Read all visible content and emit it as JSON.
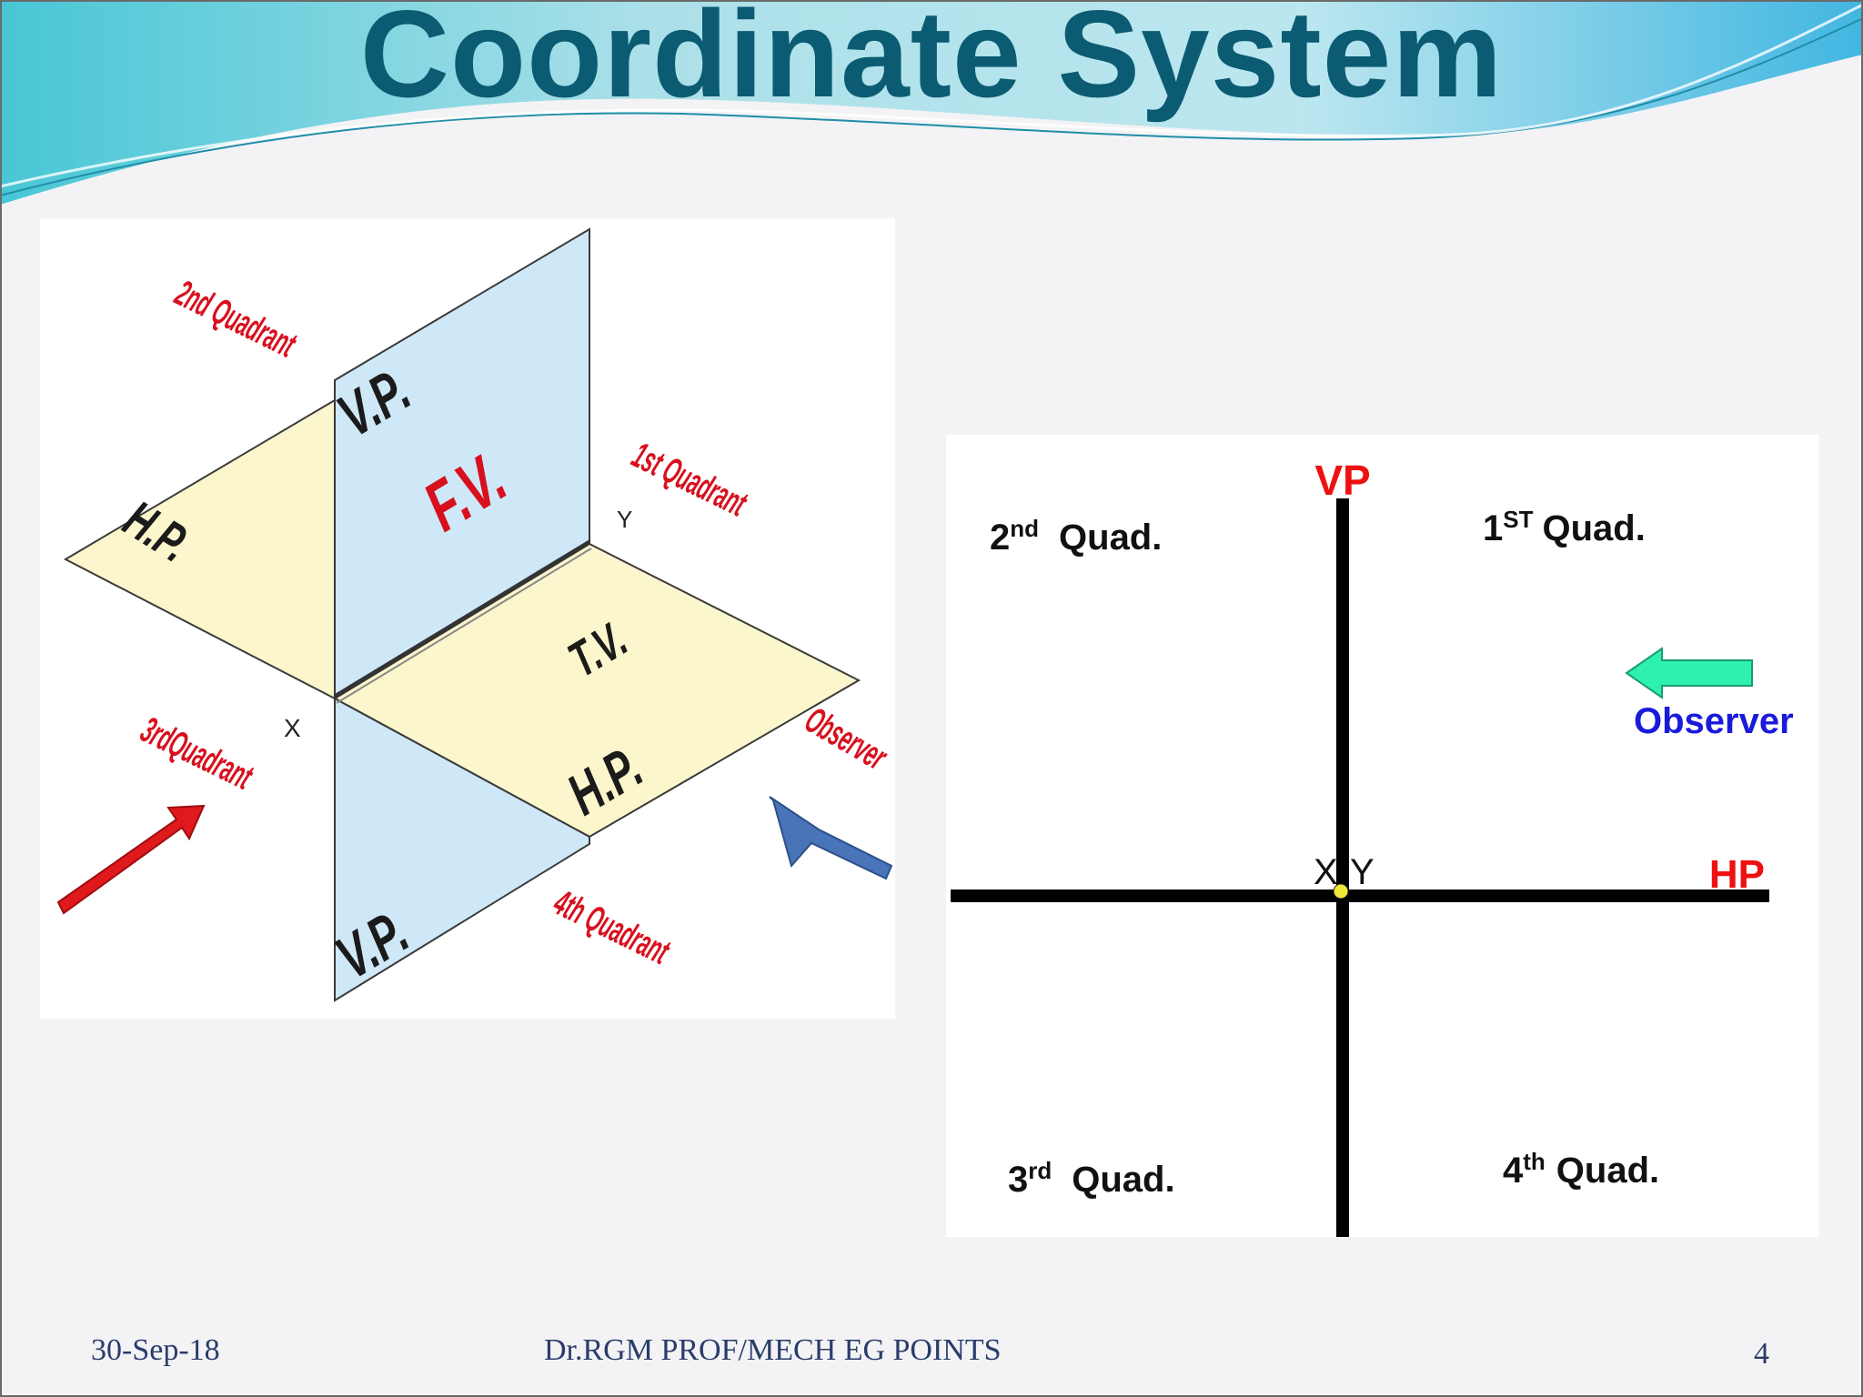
{
  "slide": {
    "title": "Coordinate System",
    "footer": {
      "date": "30-Sep-18",
      "author": "Dr.RGM PROF/MECH  EG POINTS",
      "page_number": "4"
    }
  },
  "iso_diagram": {
    "quadrant_2": "2nd Quadrant",
    "quadrant_1": "1st Quadrant",
    "quadrant_3": "3rdQuadrant",
    "quadrant_4": "4th Quadrant",
    "vp_upper": "V.P.",
    "vp_lower": "V.P.",
    "fv": "F.V.",
    "tv": "T.V.",
    "hp_left": "H.P.",
    "hp_right": "H.P.",
    "x_label": "X",
    "y_label": "Y",
    "observer": "Observer",
    "colors": {
      "vertical_plane": "#cfe8f7",
      "horizontal_plane": "#fbf6cc",
      "label_red": "#d8101e",
      "observer_arrow": "#4a74b8",
      "red_arrow": "#e0191c"
    }
  },
  "quad_diagram": {
    "vp": "VP",
    "hp": "HP",
    "x_label": "X",
    "y_label": "Y",
    "observer": "Observer",
    "quad_2_num": "2",
    "quad_2_sup": "nd",
    "quad_1_num": "1",
    "quad_1_sup": "ST",
    "quad_3_num": "3",
    "quad_3_sup": "rd",
    "quad_4_num": "4",
    "quad_4_sup": "th",
    "quad_word": "Quad.",
    "colors": {
      "axis_label": "#ee1111",
      "observer_text": "#1a1adb",
      "observer_arrow": "#2ef0b0",
      "origin": "#f2ea3a"
    }
  }
}
